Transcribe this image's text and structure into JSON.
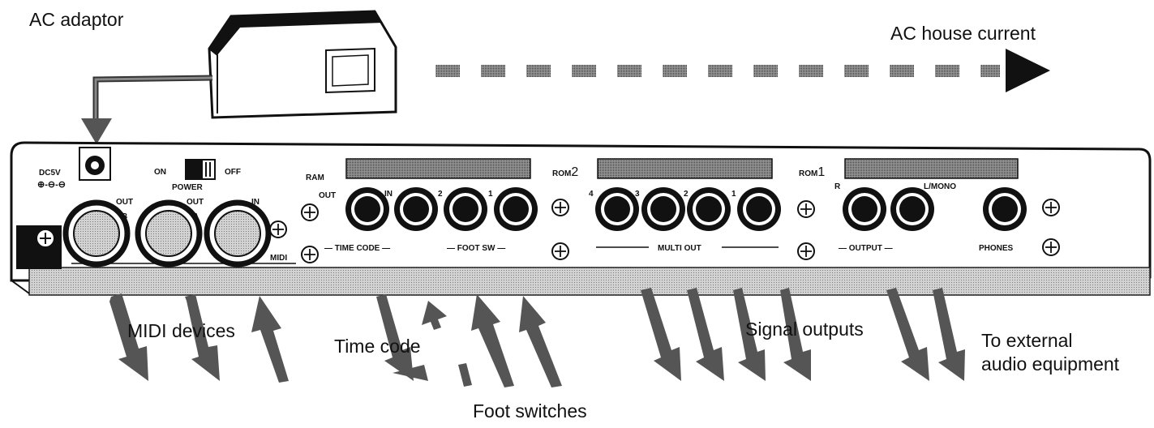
{
  "labels": {
    "ac_adaptor": "AC adaptor",
    "ac_house_current": "AC house current",
    "midi_devices": "MIDI devices",
    "time_code": "Time code",
    "foot_switches": "Foot switches",
    "signal_outputs": "Signal outputs",
    "to_external_line1": "To external",
    "to_external_line2": "audio equipment"
  },
  "panel": {
    "dc5v": "DC5V",
    "dc_polarity": "⊕-⊖-⊖",
    "power": "POWER",
    "on": "ON",
    "off": "OFF",
    "ram": "RAM",
    "rom2_prefix": "ROM",
    "rom2_num": "2",
    "rom1_prefix": "ROM",
    "rom1_num": "1",
    "midi": "MIDI",
    "out_b": "OUT",
    "b": "B",
    "out_a": "OUT",
    "a": "A",
    "in": "IN",
    "tc_out": "OUT",
    "tc_in": "IN",
    "fsw_2": "2",
    "fsw_1": "1",
    "mo_4": "4",
    "mo_3": "3",
    "mo_2": "2",
    "mo_1": "1",
    "out_r": "R",
    "out_lmono": "L/MONO",
    "time_code": "TIME CODE",
    "foot_sw": "FOOT SW",
    "multi_out": "MULTI OUT",
    "output": "OUTPUT",
    "phones": "PHONES"
  },
  "colors": {
    "arrow": "#555555",
    "arrow_dark": "#444444",
    "dash": "#8a8a8a",
    "ink": "#111111",
    "strip": "#bdbdbd"
  }
}
